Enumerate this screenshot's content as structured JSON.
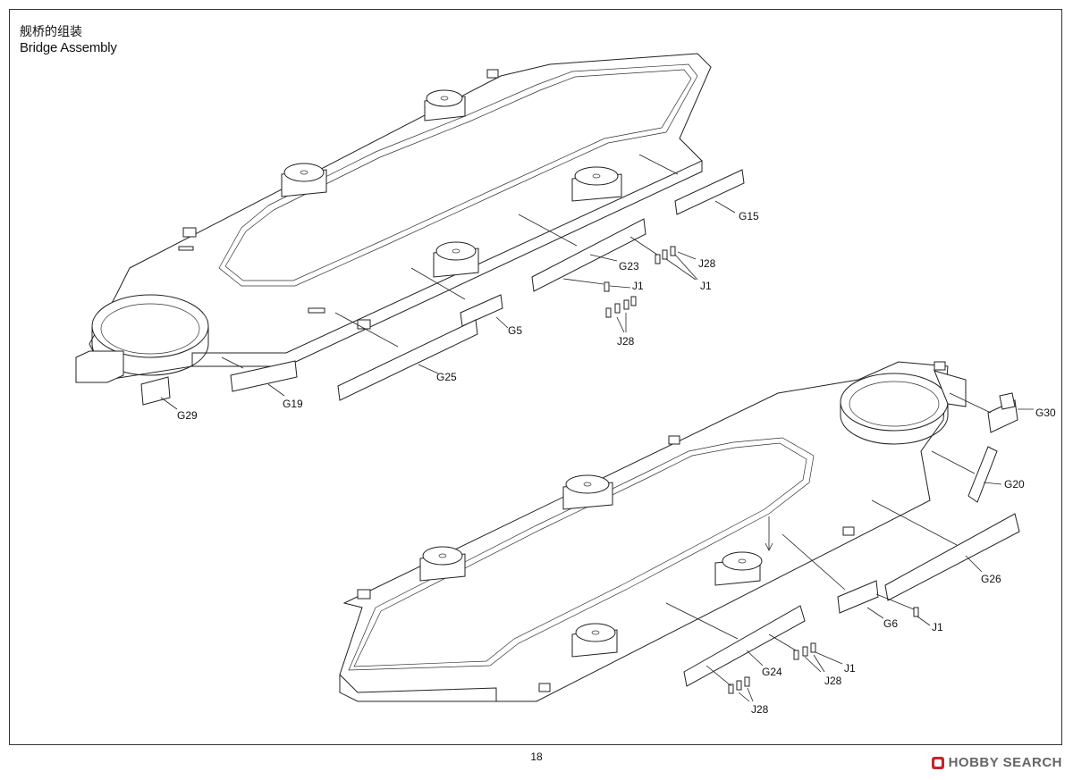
{
  "header": {
    "title_cn": "舰桥的组装",
    "title_en": "Bridge Assembly"
  },
  "footer": {
    "page_number": "18",
    "watermark": "HOBBY SEARCH"
  },
  "parts": {
    "G15": "G15",
    "G23": "G23",
    "J28_a": "J28",
    "J1_a": "J1",
    "J1_b": "J1",
    "J28_b": "J28",
    "G5": "G5",
    "G25": "G25",
    "G19": "G19",
    "G29": "G29",
    "G30": "G30",
    "G20": "G20",
    "G26": "G26",
    "G6": "G6",
    "J1_c": "J1",
    "G24": "G24",
    "J1_d": "J1",
    "J28_c": "J28",
    "J28_d": "J28"
  },
  "colors": {
    "line": "#222222",
    "watermark_logo": "#c1272d"
  }
}
